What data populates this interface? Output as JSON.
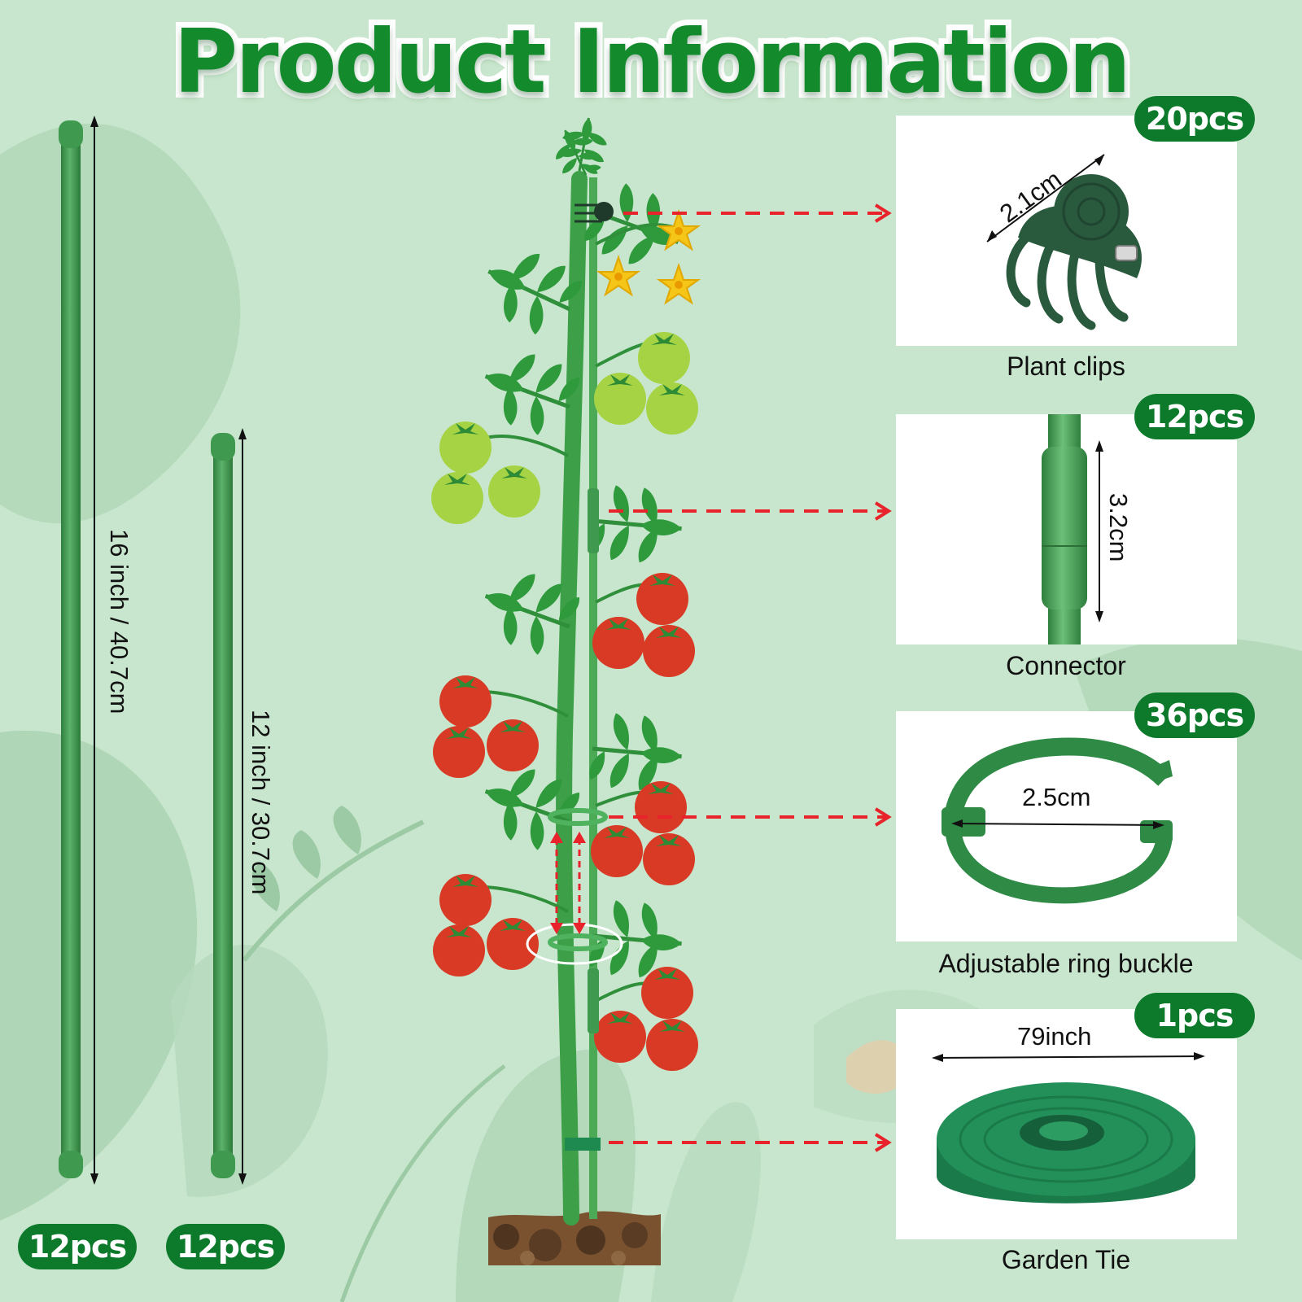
{
  "header": {
    "title": "Product Information"
  },
  "stakes": [
    {
      "length_label": "16 inch / 40.7cm",
      "quantity": "12pcs"
    },
    {
      "length_label": "12 inch / 30.7cm",
      "quantity": "12pcs"
    }
  ],
  "accessories": [
    {
      "name": "Plant clips",
      "quantity": "20pcs",
      "dimension": "2.1cm"
    },
    {
      "name": "Connector",
      "quantity": "12pcs",
      "dimension": "3.2cm"
    },
    {
      "name": "Adjustable ring buckle",
      "quantity": "36pcs",
      "dimension": "2.5cm"
    },
    {
      "name": "Garden Tie",
      "quantity": "1pcs",
      "dimension": "79inch"
    }
  ],
  "colors": {
    "background": "#c8e6cd",
    "title_green": "#138a2c",
    "badge_green": "#0d7a2b",
    "stake_green": "#3f9a4f",
    "tomato_red": "#d93a25",
    "tomato_green": "#a6d344",
    "flower_yellow": "#f5c518",
    "arrow_red": "#e8232b",
    "soil_brown": "#7a5230"
  }
}
